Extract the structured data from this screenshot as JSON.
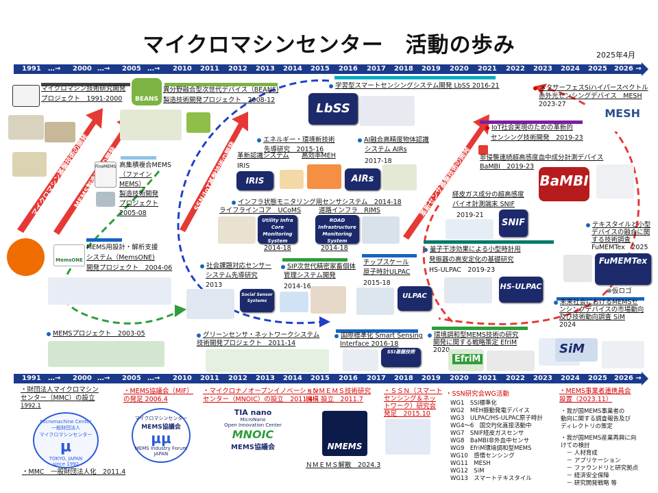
{
  "title": "マイクロマシンセンター　活動の歩み",
  "date": "2025年4月",
  "timeline": {
    "labels": [
      "1991",
      "…→",
      "2000",
      "…→",
      "2005",
      "…→",
      "2010",
      "2011",
      "2012",
      "2013",
      "2014",
      "2015",
      "2016",
      "2017",
      "2018",
      "2019",
      "2020",
      "2021",
      "2022",
      "2023",
      "2024",
      "2025",
      "2026 →"
    ]
  },
  "arrows": {
    "mems_basic": "マイクロマシン基盤技術の開発",
    "mems_manufacturing": "MEMS製造技術の開発",
    "ssn_iot": "SSN/IoT基盤技術の開発",
    "innovative_sensor": "革新センサ基盤技術の開発"
  },
  "projects": {
    "p1991": [
      "マイクロマシン技術研究開発",
      "プロジェクト　1991-2000"
    ],
    "p_beans": [
      "異分野融合型次世代デバイス（BEANS)",
      "製造技術開発プロジェクト　2008-12"
    ],
    "p_fine": [
      "高集積複合MEMS",
      "（ファイン",
      "MEMS）",
      "製造技術開発",
      "プロジェクト",
      "2005-08"
    ],
    "p_memsone": [
      "MEMS用設計・解析支援",
      "システム（MemsONE)",
      "開発プロジェクト　2004-06"
    ],
    "p_mems03": "MEMSプロジェクト　2003-05",
    "p_green": [
      "グリーンセンサ・ネットワークシステム",
      "技術開発プロジェクト　2011-14"
    ],
    "p_social": [
      "社会課題対応センサー",
      "システム先導研究",
      "2013"
    ],
    "p_energy": [
      "エネルギー・環境新技術",
      "先導研究　2015-16"
    ],
    "p_iris": "革新認識システム",
    "p_meh": "高効率MEH",
    "p_iris_label": "IRIS",
    "p_infra": "インフラ状態モニタリング用センサシステム　2014-18",
    "p_lifeline": "ライフラインコア　UCoMS",
    "p_road": "道路インフラ　RIMS",
    "p_year1418a": "2014-18",
    "p_year1418b": "2014-18",
    "p_sip": [
      "SIP次世代精密家畜個体",
      "管理システム開発",
      "2014-16"
    ],
    "p_chip": [
      "チップスケール",
      "原子時計ULPAC",
      "2015-18"
    ],
    "p_lbss": "学習型スマートセンシングシステム開発 LbSS 2016-21",
    "p_air": [
      "AI融合高精度物体認識",
      "システム AIRs",
      "2017-18"
    ],
    "p_iot": [
      "IoT社会実現のための革新的",
      "センシング技術開発　2019-23"
    ],
    "p_bambi": [
      "非侵襲連続超高感度血中成分計測デバイス",
      "BaMBI　2019-23"
    ],
    "p_snif": [
      "経皮ガス成分の超高感度",
      "バイオ計測端末 SNIF",
      "2019-21"
    ],
    "p_hsulpac": [
      "量子干渉効果による小型時計用",
      "発振器の高安定化の基礎研究",
      "HS-ULPAC　2019-23"
    ],
    "p_mesh": [
      "メタサーフェスSiハイパースペクトル",
      "赤外光センシングデバイス　MESH",
      "2023-27"
    ],
    "p_textile": [
      "テキスタイルと小型",
      "デバイスの融合に関",
      "する技術調査",
      "FuMEMTex　2025"
    ],
    "p_sim": [
      "未来社会におけるMEMSセ",
      "ンシングデバイスの市場動向",
      "及び技術動向調査 SiM",
      "2024"
    ],
    "p_standard": [
      "国際標準化 Smart Sensing",
      "Interface 2016-18"
    ],
    "p_efrim": [
      "環境調和型MEMS技術の研究",
      "開発に関する戦略策定 EfriM",
      "2020"
    ]
  },
  "logos": {
    "beans": "BEANS",
    "memsone": "MemsONE",
    "lbss": "LbSS",
    "iris": "IRIS",
    "airs": "AIRs",
    "bambi": "BaMBI",
    "snif": "SNIF",
    "hsulpac": "HS-ULPAC",
    "mesh": "MESH",
    "fumemtex": "FuMEMTex",
    "efrim": "EfriM",
    "sim": "SiM",
    "ssi": "SSI基盤技術",
    "ucoms": "Utility Infra Core Monitoring System",
    "rims": "ROAD Infrastructure Monitoring System",
    "ulpac": "ULPAC",
    "social": "Social Sensor Systems",
    "fine": "FineMEMS"
  },
  "kari_logo": "※仮ロゴ",
  "bottom": {
    "mmc": [
      "・財団法人マイクロマシン",
      "センター（MMC）の設立",
      "1992.1"
    ],
    "mmc_general": "・MMC　一般財団法人化　2011.4",
    "mif": [
      "・MEMS協議会（MIF）",
      "の発足 2006.4"
    ],
    "mnoic": [
      "・マイクロナノオープンイノベーション",
      "センター（MNOIC）の設立　2011.4"
    ],
    "nmems": [
      "・ＮＭＥＭＳ技術研究",
      "機構 設立　2011.7"
    ],
    "nmems_dissolve": "ＮＭＥＭＳ解散　2024.3",
    "ssn": [
      "・ＳＳＮ（スマート",
      "センシング＆ネッ",
      "トワーク）研究会",
      "発足　2015.10"
    ],
    "wg_title": "・SSN研究会WG活動",
    "wg_list": [
      "WG1　SSI標準化",
      "WG2　MEH振動発電デバイス",
      "WG3　ULPAC/HS-ULPAC原子時計",
      "WG4～6　国交PJ化直接活動中",
      "WG7　SNIF経皮ガスセンサ",
      "WG8　BaMBI非外血中センサ",
      "WG9　EfriM環境調和型MEMS",
      "WG10　感情センシング",
      "WG11　MESH",
      "WG12　SiM",
      "WG13　スマートテキスタイル"
    ],
    "council_title": [
      "・MEMS事業者連携員会",
      "設置（2023.11）"
    ],
    "council_items": [
      "・我が国MEMS事業者の",
      "動向に関する調査報告及び",
      "ディレクトリの策定",
      "・我が国MEMS産業再興に向",
      "けての検討",
      "　－ 人材育成",
      "　－ アプリケーション",
      "　－ ファウンドリと研究拠点",
      "　－ 経済安全保障",
      "　－ 研究開発戦略 等"
    ],
    "mmc_seal": [
      "Micromachine Center",
      "一般財団法人",
      "マイクロマシンセンター",
      "TOKYO, JAPAN",
      "since 1992"
    ],
    "mif_seal": [
      "マイクロマシンセンター",
      "MEMS協議会",
      "MEMS Industry Forum",
      "JAPAN"
    ],
    "mnoic_seal": [
      "TIA nano",
      "MicroNano",
      "Open Innovation Center",
      "MNOIC",
      "MEMS協議会"
    ],
    "nmems_seal": "NMEMS"
  },
  "colors": {
    "timeline": "#1b3a8c",
    "red_arrow": "#e53935",
    "green_dash": "#2e9d3a",
    "blue_dash": "#1e40c8",
    "red_dash": "#e53935"
  }
}
